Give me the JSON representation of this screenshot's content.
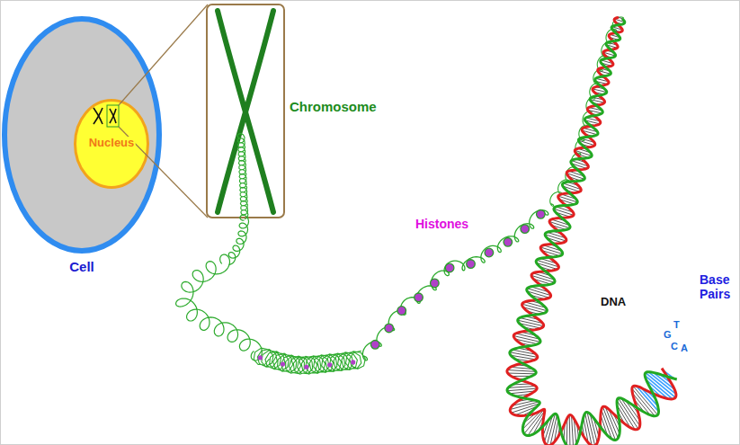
{
  "diagram": {
    "nodes": [
      {
        "text": [
          "Cell"
        ]
      },
      {
        "text": [
          "Nucleus"
        ],
        "in": 0
      }
    ],
    "labels": [
      "Chromosome",
      "Histones",
      "DNA",
      "Base Pairs",
      "G",
      "T",
      "C",
      "A"
    ]
  }
}
